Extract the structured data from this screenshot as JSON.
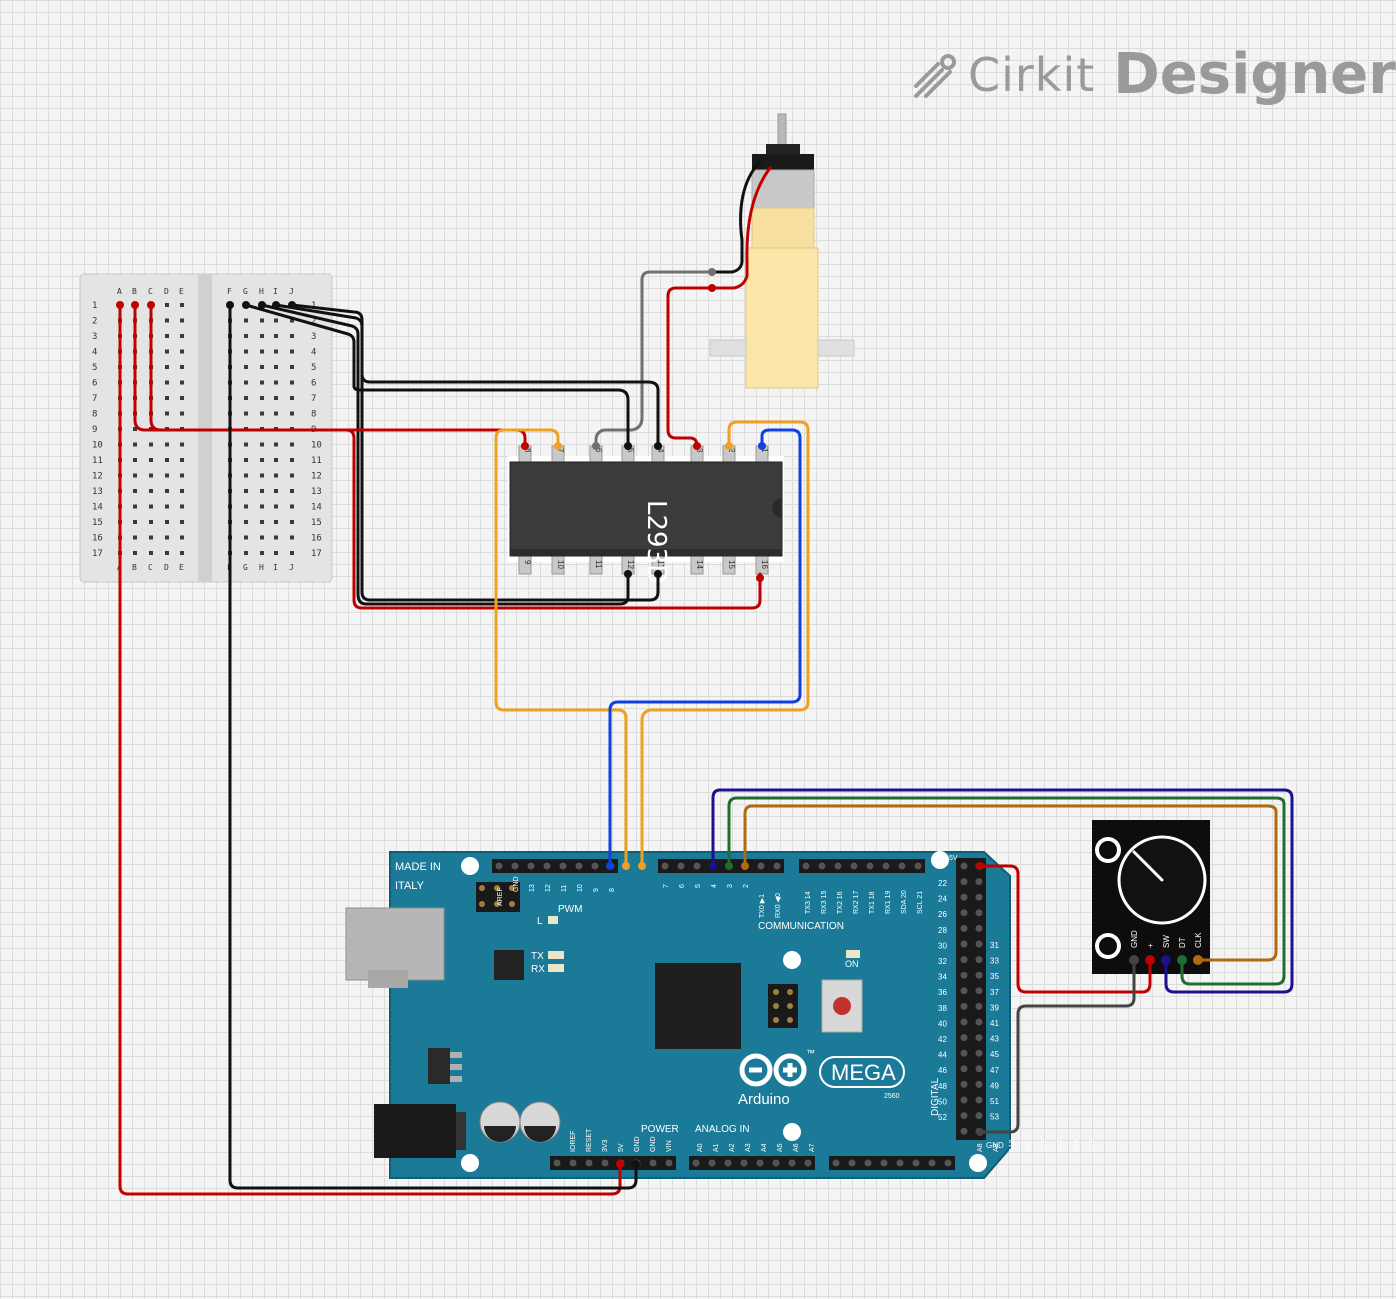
{
  "brand": {
    "logo_cirkit": "Cirkit",
    "logo_designer": "Designer"
  },
  "colors": {
    "red": "#c00000",
    "black": "#111111",
    "gray": "#707070",
    "orange": "#f0a020",
    "blue": "#1040e0",
    "navy": "#1a1090",
    "green": "#1e6e30",
    "brown": "#b06a10",
    "board": "#1a7a97",
    "chip": "#3a3a3a"
  },
  "breadboard": {
    "cols_left": [
      "A",
      "B",
      "C",
      "D",
      "E"
    ],
    "cols_right": [
      "F",
      "G",
      "H",
      "I",
      "J"
    ],
    "rows": [
      "1",
      "2",
      "3",
      "4",
      "5",
      "6",
      "7",
      "8",
      "9",
      "10",
      "11",
      "12",
      "13",
      "14",
      "15",
      "16",
      "17"
    ]
  },
  "driver": {
    "label": "L293D",
    "pins_top": [
      "8",
      "7",
      "6",
      "5",
      "4",
      "3",
      "2",
      "1"
    ],
    "pins_bottom": [
      "9",
      "10",
      "11",
      "12",
      "13",
      "14",
      "15",
      "16"
    ]
  },
  "arduino": {
    "made_in": "MADE IN",
    "italy": "ITALY",
    "pwm": "PWM",
    "communication": "COMMUNICATION",
    "tx": "TX",
    "rx": "RX",
    "l": "L",
    "on": "ON",
    "brand": "Arduino",
    "model": "MEGA",
    "model_num": "2560",
    "tm": "™",
    "power": "POWER",
    "analog_in": "ANALOG IN",
    "digital": "DIGITAL",
    "header_5v": "5V",
    "header_gnd": "GND",
    "pwm_pins": [
      "AREF",
      "GND",
      "13",
      "12",
      "11",
      "10",
      "9",
      "8"
    ],
    "pwm_pins2": [
      "7",
      "6",
      "5",
      "4",
      "3",
      "2",
      "TX0 ▶1",
      "RX0 ◀0"
    ],
    "comm_pins": [
      "TX3 14",
      "RX3 15",
      "TX2 16",
      "RX2 17",
      "TX1 18",
      "RX1 19",
      "SDA 20",
      "SCL 21"
    ],
    "power_pins": [
      "IOREF",
      "RESET",
      "3V3",
      "5V",
      "GND",
      "GND",
      "VIN"
    ],
    "analog_pins": [
      "A0",
      "A1",
      "A2",
      "A3",
      "A4",
      "A5",
      "A6",
      "A7",
      "A8",
      "A9",
      "A10",
      "A11",
      "A12",
      "A13",
      "A14",
      "A15"
    ],
    "digital_left": [
      "22",
      "24",
      "26",
      "28",
      "30",
      "32",
      "34",
      "36",
      "38",
      "40",
      "42",
      "44",
      "46",
      "48",
      "50",
      "52"
    ],
    "digital_right": [
      "31",
      "33",
      "35",
      "37",
      "39",
      "41",
      "43",
      "45",
      "47",
      "49",
      "51",
      "53"
    ]
  },
  "encoder": {
    "pins": [
      "GND",
      "+",
      "SW",
      "DT",
      "CLK"
    ]
  }
}
